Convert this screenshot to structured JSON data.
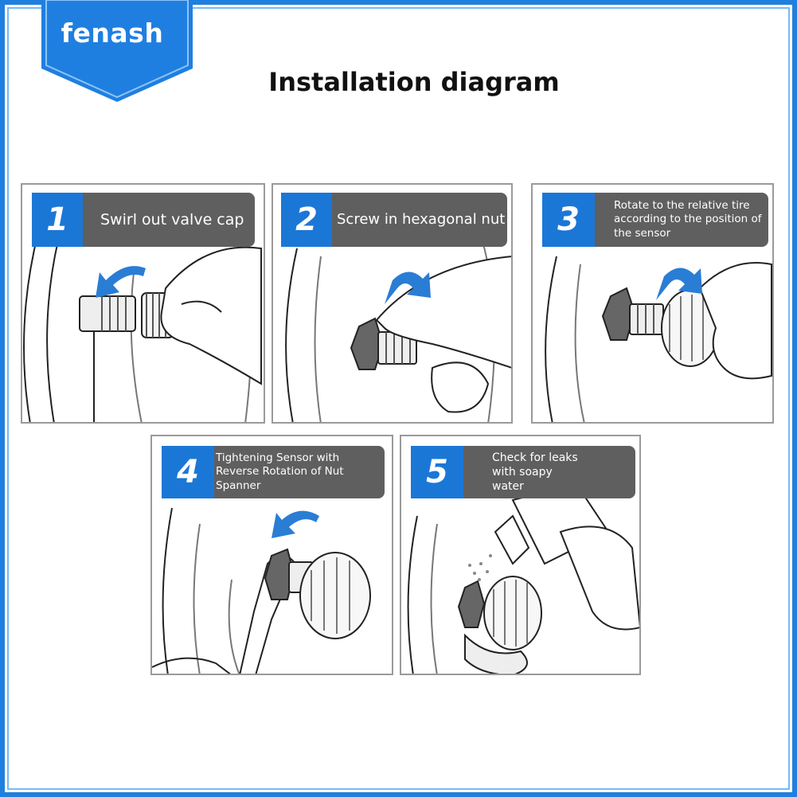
{
  "brand": {
    "name": "fenash"
  },
  "title": "Installation diagram",
  "steps": [
    {
      "number": "1",
      "caption": "Swirl out valve cap"
    },
    {
      "number": "2",
      "caption": "Screw in hexagonal nut"
    },
    {
      "number": "3",
      "caption": "Rotate to the relative tire according to the position of the sensor"
    },
    {
      "number": "4",
      "caption": "Tightening Sensor with Reverse Rotation of Nut Spanner"
    },
    {
      "number": "5",
      "caption": "Check for leaks with soapy water"
    }
  ],
  "colors": {
    "frame": "#1f7fe0",
    "step_number_bg": "#1b77d6",
    "caption_bg": "#5f5f5f",
    "arrow": "#2a7dd4"
  }
}
